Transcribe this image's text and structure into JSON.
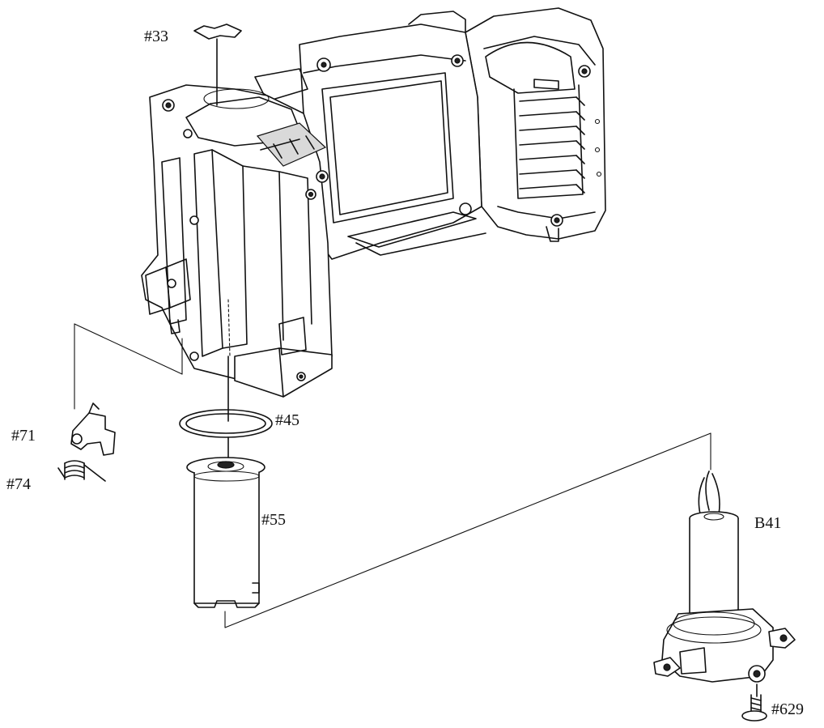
{
  "labels": {
    "part_33": "#33",
    "part_45": "#45",
    "part_55": "#55",
    "part_71": "#71",
    "part_74": "#74",
    "part_b41": "B41",
    "part_629": "#629"
  }
}
